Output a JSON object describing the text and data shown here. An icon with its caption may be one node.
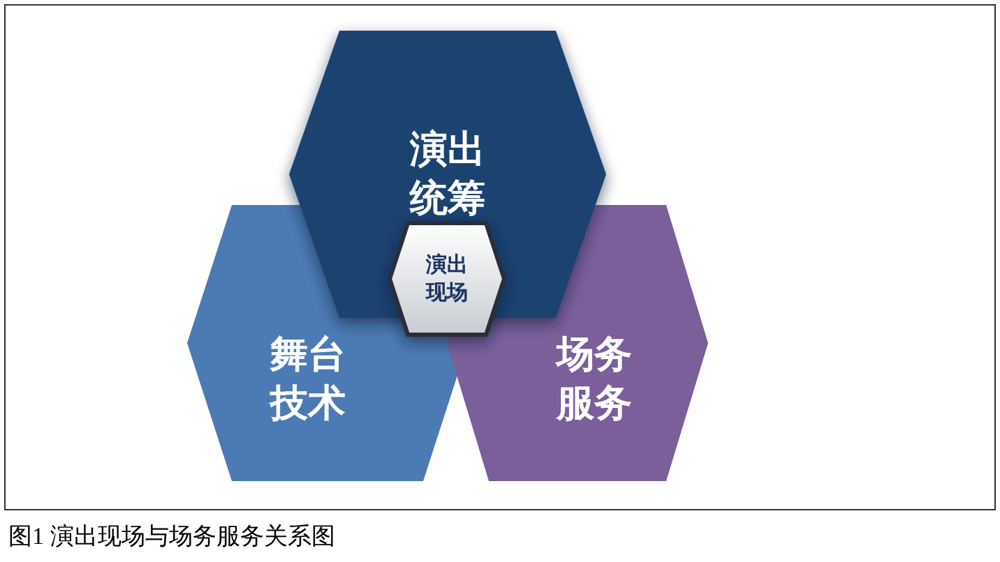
{
  "diagram": {
    "caption": "图1 演出现场与场务服务关系图",
    "nodes": [
      {
        "text": [
          "演出统筹"
        ]
      },
      {
        "text": [
          "演出现场"
        ]
      },
      {
        "text": [
          "舞台技术"
        ]
      },
      {
        "text": [
          "场务服务"
        ]
      }
    ]
  }
}
